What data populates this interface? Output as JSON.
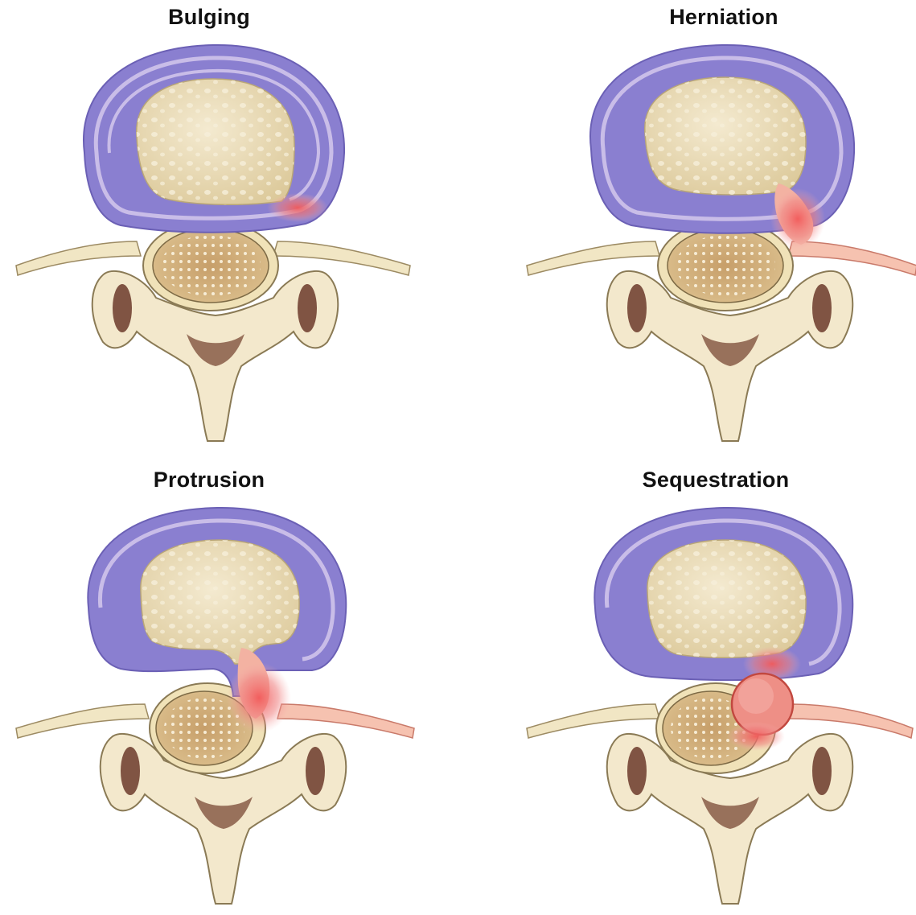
{
  "panels": [
    {
      "title": "Bulging",
      "condition": "bulging"
    },
    {
      "title": "Herniation",
      "condition": "herniation"
    },
    {
      "title": "Protrusion",
      "condition": "protrusion"
    },
    {
      "title": "Sequestration",
      "condition": "sequestration"
    }
  ],
  "colors": {
    "annulus_outer": "#8a7fd0",
    "annulus_inner": "#c9bde8",
    "nucleus": "#e9dcb8",
    "bone": "#f3e8cc",
    "bone_outline": "#8a7a55",
    "marrow": "#6b3a2a",
    "canal_body": "#d8b98a",
    "inflammation": "#ee5a5a",
    "nerve": "#f1e6c4"
  }
}
